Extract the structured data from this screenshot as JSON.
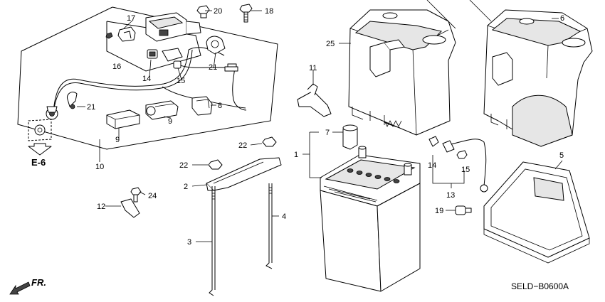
{
  "diagram": {
    "ref_code": "SELD−B0600A",
    "section_ref": "E-6",
    "front_marker": "FR.",
    "callouts": {
      "c1": "1",
      "c2": "2",
      "c3": "3",
      "c4": "4",
      "c5": "5",
      "c6": "6",
      "c7": "7",
      "c8": "8",
      "c9a": "9",
      "c9b": "9",
      "c10": "10",
      "c11": "11",
      "c12": "12",
      "c13": "13",
      "c14a": "14",
      "c14b": "14",
      "c15a": "15",
      "c15b": "15",
      "c16": "16",
      "c17": "17",
      "c18": "18",
      "c19": "19",
      "c20": "20",
      "c21a": "21",
      "c21b": "21",
      "c22a": "22",
      "c22b": "22",
      "c24": "24",
      "c25": "25"
    }
  }
}
